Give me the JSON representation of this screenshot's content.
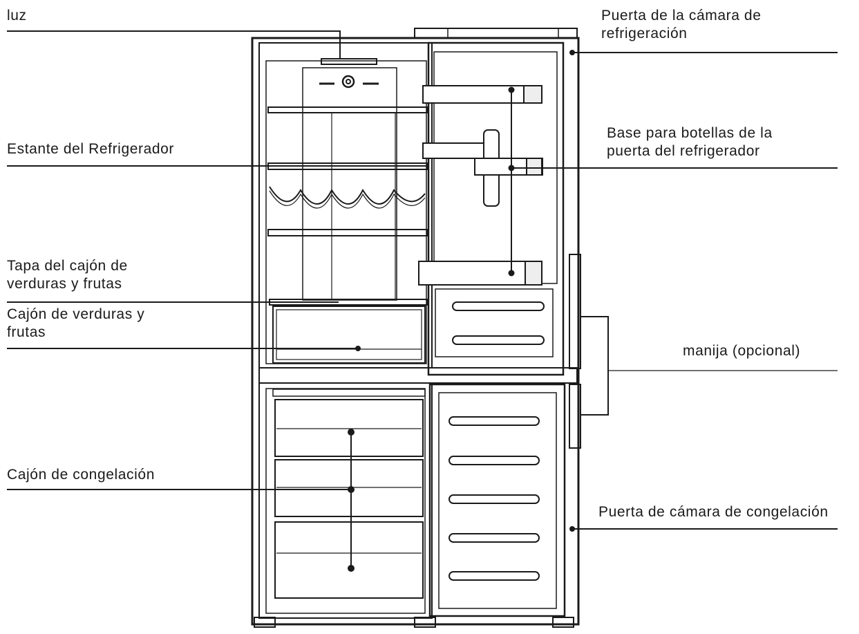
{
  "labels": {
    "luz": {
      "lines": [
        "luz"
      ]
    },
    "door_fridge": {
      "lines": [
        "Puerta de la cámara de",
        "refrigeración"
      ]
    },
    "shelf": {
      "lines": [
        "Estante del Refrigerador"
      ]
    },
    "bottle_base": {
      "lines": [
        "Base para botellas de la",
        "puerta del refrigerador"
      ]
    },
    "crisper_lid": {
      "lines": [
        "Tapa del cajón de",
        "verduras y frutas"
      ]
    },
    "crisper": {
      "lines": [
        "Cajón de verduras y",
        "frutas"
      ]
    },
    "handle": {
      "lines": [
        "manija (opcional)"
      ]
    },
    "freezer_drawer": {
      "lines": [
        "Cajón de congelación"
      ]
    },
    "door_freezer": {
      "lines": [
        "Puerta de cámara de congelación"
      ]
    }
  },
  "colors": {
    "line": "#1a1a1a",
    "text": "#1a1a1a",
    "background": "#ffffff",
    "shade": "#eeeeee"
  }
}
